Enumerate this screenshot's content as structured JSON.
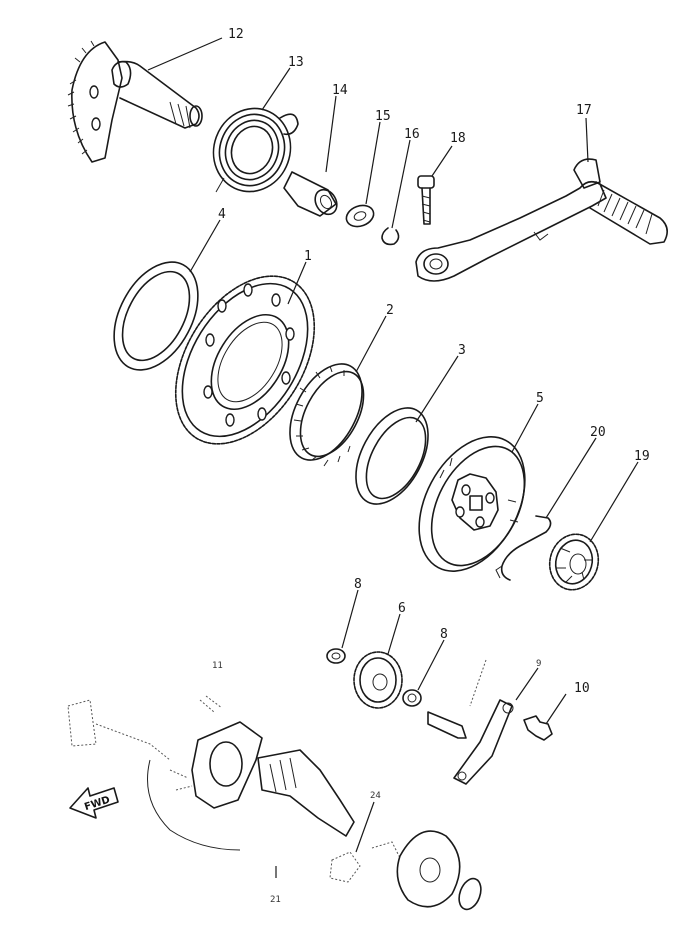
{
  "diagram": {
    "callouts": [
      {
        "id": "c12",
        "label": "12"
      },
      {
        "id": "c13",
        "label": "13"
      },
      {
        "id": "c14",
        "label": "14"
      },
      {
        "id": "c15",
        "label": "15"
      },
      {
        "id": "c16",
        "label": "16"
      },
      {
        "id": "c18",
        "label": "18"
      },
      {
        "id": "c17",
        "label": "17"
      },
      {
        "id": "c4",
        "label": "4"
      },
      {
        "id": "c1",
        "label": "1"
      },
      {
        "id": "c2",
        "label": "2"
      },
      {
        "id": "c3",
        "label": "3"
      },
      {
        "id": "c5",
        "label": "5"
      },
      {
        "id": "c20",
        "label": "20"
      },
      {
        "id": "c19",
        "label": "19"
      },
      {
        "id": "c8a",
        "label": "8"
      },
      {
        "id": "c6",
        "label": "6"
      },
      {
        "id": "c8b",
        "label": "8"
      },
      {
        "id": "c10",
        "label": "10"
      },
      {
        "id": "c11",
        "label": "11"
      },
      {
        "id": "c9",
        "label": "9"
      },
      {
        "id": "c24",
        "label": "24"
      },
      {
        "id": "c21",
        "label": "21"
      }
    ],
    "fwd_label": "FWD"
  }
}
